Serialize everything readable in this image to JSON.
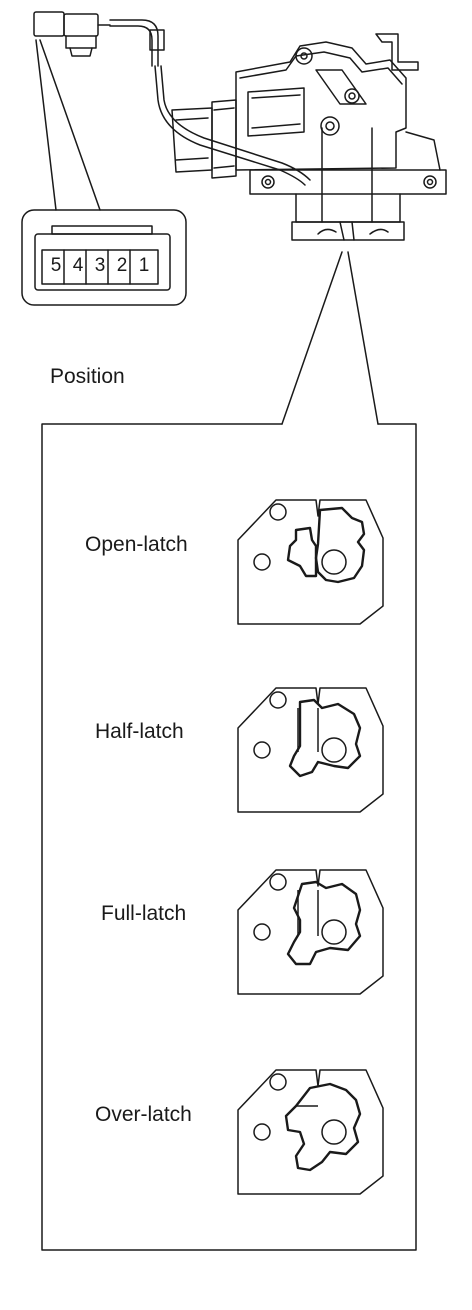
{
  "connector": {
    "pins": [
      "5",
      "4",
      "3",
      "2",
      "1"
    ]
  },
  "position_heading": "Position",
  "positions": [
    {
      "label": "Open-latch"
    },
    {
      "label": "Half-latch"
    },
    {
      "label": "Full-latch"
    },
    {
      "label": "Over-latch"
    }
  ],
  "colors": {
    "line": "#1a1a1a",
    "background": "#ffffff"
  }
}
